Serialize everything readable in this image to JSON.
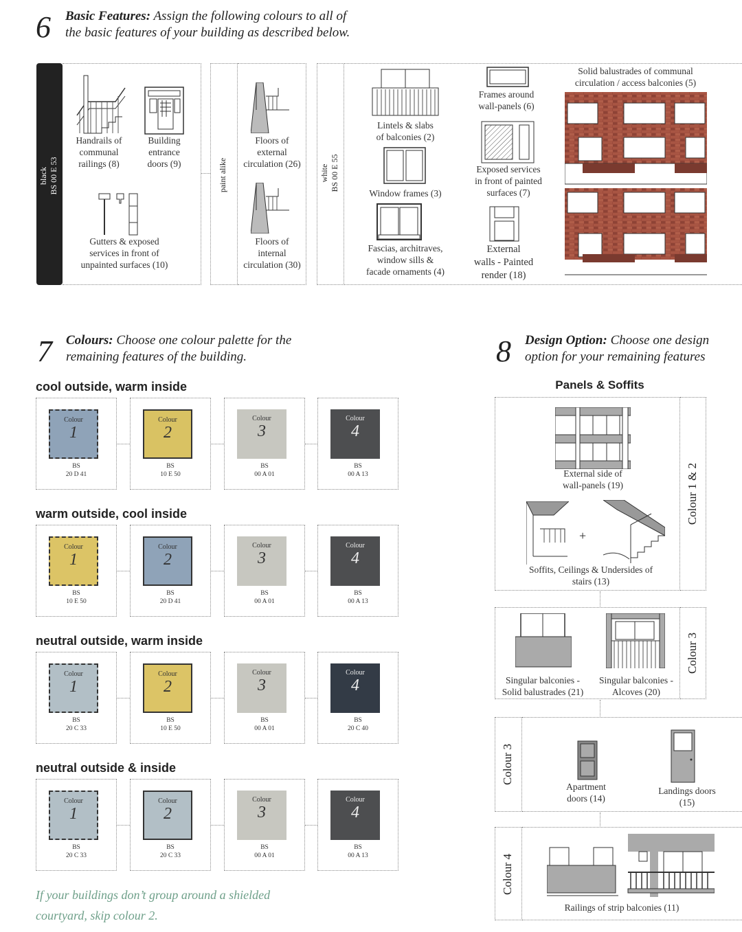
{
  "section6": {
    "number": "6",
    "title_bold": "Basic Features:",
    "title_rest": " Assign the following colours to all of",
    "title_line2": "the basic features of your building as described below.",
    "black_label": "black",
    "black_code": "BS 00 E 53",
    "paint_alike": "paint alike",
    "white_label": "white",
    "white_code": "BS 00 E 55",
    "items": {
      "handrails": [
        "Handrails of",
        "communal",
        "railings (8)"
      ],
      "entrance": [
        "Building",
        "entrance",
        "doors (9)"
      ],
      "gutters": [
        "Gutters & exposed",
        "services in front of",
        "unpainted surfaces (10)"
      ],
      "floors_ext": [
        "Floors of",
        "external",
        "circulation (26)"
      ],
      "floors_int": [
        "Floors of",
        "internal",
        "circulation (30)"
      ],
      "lintels": [
        "Lintels & slabs",
        "of balconies (2)"
      ],
      "window_frames": [
        "Window frames (3)"
      ],
      "fascias": [
        "Fascias, architraves,",
        "window sills &",
        "facade ornaments (4)"
      ],
      "frames_panels": [
        "Frames around",
        "wall-panels (6)"
      ],
      "exposed": [
        "Exposed services",
        "in front of painted",
        "surfaces (7)"
      ],
      "external_walls": [
        "External",
        "walls - Painted",
        "render (18)"
      ],
      "solid_balustrades": [
        "Solid balustrades of communal",
        "circulation / access balconies (5)"
      ]
    }
  },
  "section7": {
    "number": "7",
    "title_bold": "Colours:",
    "title_rest": " Choose one colour palette for the",
    "title_line2": "remaining features of the building.",
    "swatch_word": "Colour",
    "bs_prefix": "BS",
    "palettes": [
      {
        "name": "cool outside, warm inside",
        "colours": [
          {
            "num": "1",
            "code": "20 D 41",
            "hex": "#8fa3b8",
            "dashed": true
          },
          {
            "num": "2",
            "code": "10 E 50",
            "hex": "#d9c263",
            "dashed": false
          },
          {
            "num": "3",
            "code": "00 A 01",
            "hex": "#c7c7c0",
            "dashed": false
          },
          {
            "num": "4",
            "code": "00 A 13",
            "hex": "#4d4e50",
            "dashed": false
          }
        ]
      },
      {
        "name": "warm outside, cool inside",
        "colours": [
          {
            "num": "1",
            "code": "10 E 50",
            "hex": "#dcc466",
            "dashed": true
          },
          {
            "num": "2",
            "code": "20 D 41",
            "hex": "#8fa3b8",
            "dashed": false
          },
          {
            "num": "3",
            "code": "00 A 01",
            "hex": "#c7c7c0",
            "dashed": false
          },
          {
            "num": "4",
            "code": "00 A 13",
            "hex": "#4d4e50",
            "dashed": false
          }
        ]
      },
      {
        "name": "neutral outside, warm inside",
        "colours": [
          {
            "num": "1",
            "code": "20 C 33",
            "hex": "#b2bfc6",
            "dashed": true
          },
          {
            "num": "2",
            "code": "10 E 50",
            "hex": "#dcc466",
            "dashed": false
          },
          {
            "num": "3",
            "code": "00 A 01",
            "hex": "#c7c7c0",
            "dashed": false
          },
          {
            "num": "4",
            "code": "20 C 40",
            "hex": "#333b46",
            "dashed": false
          }
        ]
      },
      {
        "name": "neutral outside & inside",
        "colours": [
          {
            "num": "1",
            "code": "20 C 33",
            "hex": "#b2bfc6",
            "dashed": true
          },
          {
            "num": "2",
            "code": "20 C 33",
            "hex": "#b2bfc6",
            "dashed": false
          },
          {
            "num": "3",
            "code": "00 A 01",
            "hex": "#c7c7c0",
            "dashed": false
          },
          {
            "num": "4",
            "code": "00 A 13",
            "hex": "#4d4e50",
            "dashed": false
          }
        ]
      }
    ],
    "note_line1": "If your buildings don’t group around a shielded",
    "note_line2": "courtyard, skip colour 2."
  },
  "section8": {
    "number": "8",
    "title_bold": "Design Option:",
    "title_rest": " Choose one design",
    "title_line2": "option for your remaining features",
    "panels_title": "Panels & Soffits",
    "colour12": "Colour 1 & 2",
    "colour3a": "Colour 3",
    "colour3b": "Colour 3",
    "colour4": "Colour 4",
    "plus": "+",
    "external_side": [
      "External side of",
      "wall-panels (19)"
    ],
    "soffits": [
      "Soffits, Ceilings & Undersides of",
      "stairs (13)"
    ],
    "solid_bal": [
      "Singular balconies -",
      "Solid balustrades (21)"
    ],
    "alcoves": [
      "Singular balconies -",
      "Alcoves (20)"
    ],
    "apartment": [
      "Apartment",
      "doors (14)"
    ],
    "landings": [
      "Landings doors",
      "(15)"
    ],
    "railings": [
      "Railings of strip balconies (11)"
    ]
  }
}
